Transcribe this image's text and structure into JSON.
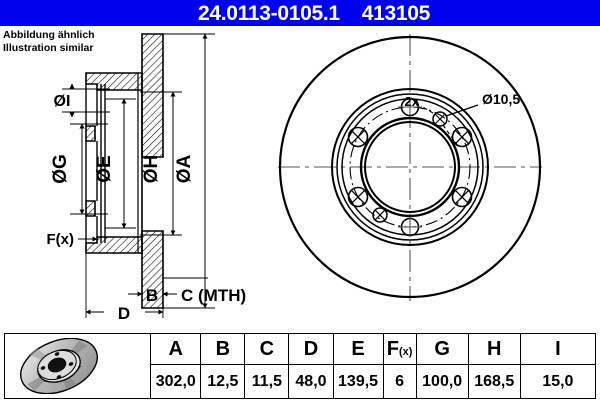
{
  "header": {
    "part_number": "24.0113-0105.1",
    "article_number": "413105",
    "background_color": "#0000ee",
    "text_color": "#ffffff"
  },
  "illustration_note": {
    "line_de": "Abbildung ähnlich",
    "line_en": "Illustration similar"
  },
  "drawing": {
    "section_view": {
      "labels": {
        "dia_i": "ØI",
        "dia_g": "ØG",
        "dia_e": "ØE",
        "dia_h": "ØH",
        "dia_a": "ØA",
        "f_x": "F(x)",
        "b": "B",
        "c_mth": "C (MTH)",
        "d": "D"
      }
    },
    "face_view": {
      "annotations": {
        "hole_count": "2x",
        "hole_diameter": "Ø10,5"
      },
      "bolt_holes": 6,
      "plain_holes": 2,
      "small_holes": 2
    }
  },
  "spec_table": {
    "headers": [
      "A",
      "B",
      "C",
      "D",
      "E",
      "F(x)",
      "G",
      "H",
      "I"
    ],
    "fx_header": {
      "main": "F",
      "sub": "(x)"
    },
    "values": [
      "302,0",
      "12,5",
      "11,5",
      "48,0",
      "139,5",
      "6",
      "100,0",
      "168,5",
      "15,0"
    ]
  }
}
